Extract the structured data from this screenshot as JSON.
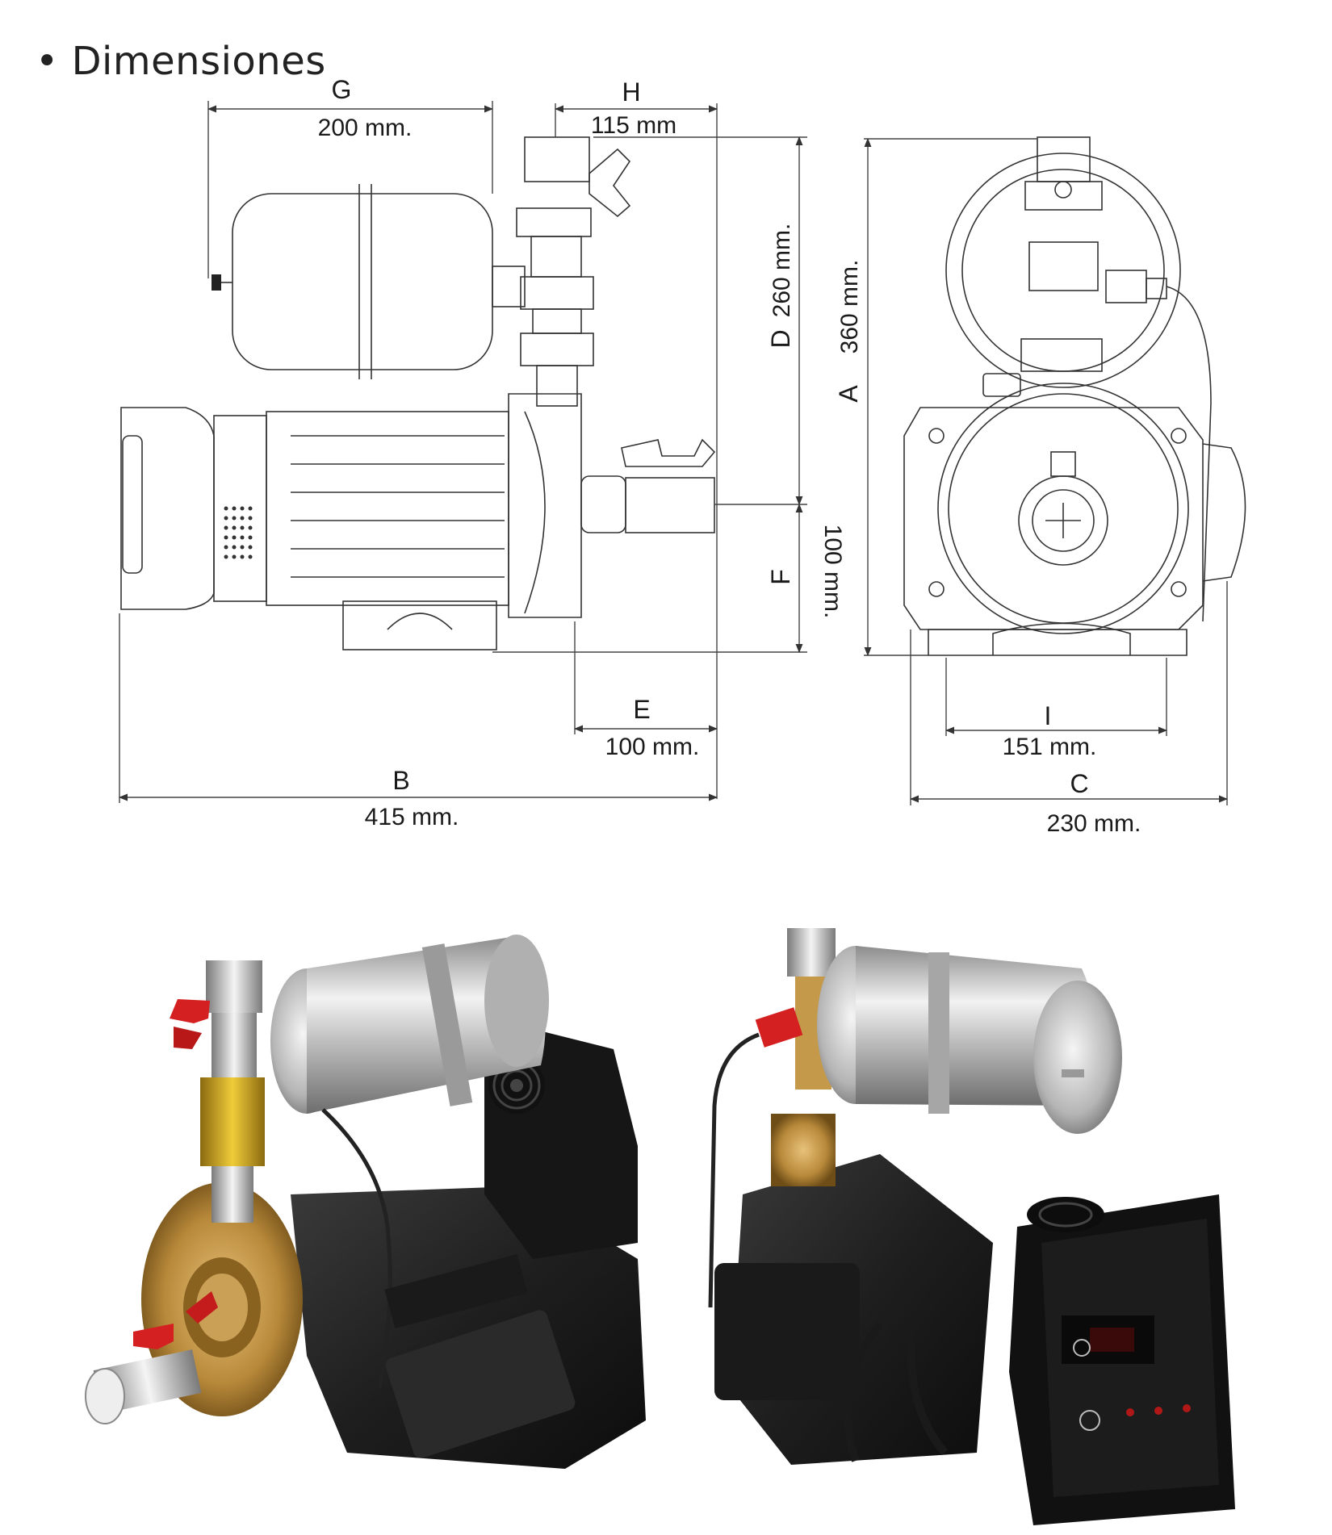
{
  "header": {
    "title": "• Dimensiones"
  },
  "dimensions": {
    "G": {
      "letter": "G",
      "value": "200 mm."
    },
    "H": {
      "letter": "H",
      "value": "115 mm"
    },
    "D": {
      "letter": "D",
      "value": "260 mm."
    },
    "A": {
      "letter": "A",
      "value": "360 mm."
    },
    "F": {
      "letter": "F",
      "value": "100 mm."
    },
    "E": {
      "letter": "E",
      "value": "100 mm."
    },
    "B": {
      "letter": "B",
      "value": "415 mm."
    },
    "I": {
      "letter": "I",
      "value": "151 mm."
    },
    "C": {
      "letter": "C",
      "value": "230 mm."
    }
  },
  "colors": {
    "brass": "#b8893a",
    "steel": "#c9c9c9",
    "black_body": "#1e1e1e",
    "valve_red": "#d42020"
  },
  "icons": [
    "side-view-drawing",
    "front-view-drawing",
    "pump-photo-left",
    "pump-photo-right"
  ]
}
